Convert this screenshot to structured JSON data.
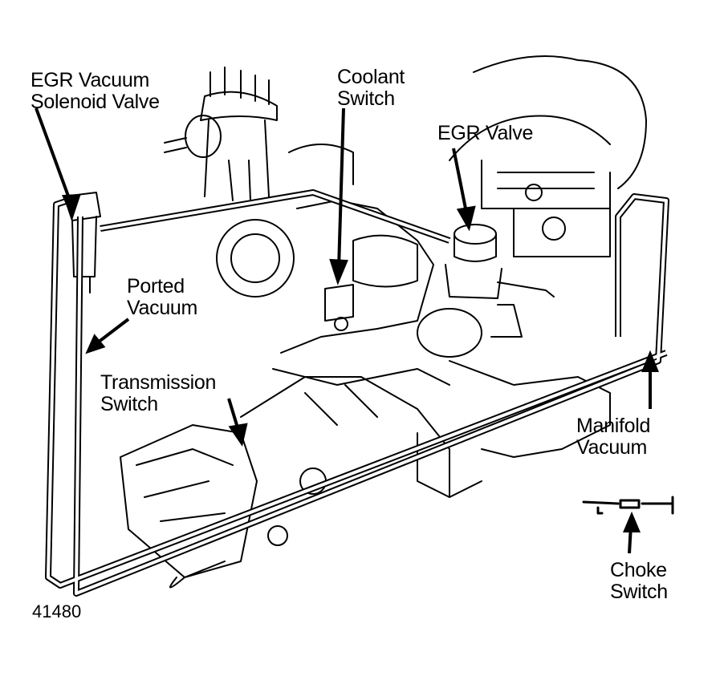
{
  "diagram": {
    "type": "engine vacuum hose routing illustration",
    "figure_number": "41480",
    "labels": {
      "egr_solenoid": [
        "EGR Vacuum",
        "Solenoid Valve"
      ],
      "coolant_switch": [
        "Coolant",
        "Switch"
      ],
      "egr_valve": [
        "EGR Valve"
      ],
      "ported_vacuum": [
        "Ported",
        "Vacuum"
      ],
      "transmission_switch": [
        "Transmission",
        "Switch"
      ],
      "manifold_vacuum": [
        "Manifold",
        "Vacuum"
      ],
      "choke_switch": [
        "Choke",
        "Switch"
      ]
    },
    "colors": {
      "ink": "#000000",
      "paper": "#ffffff"
    }
  }
}
